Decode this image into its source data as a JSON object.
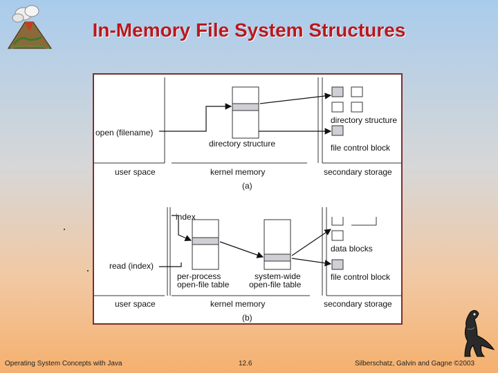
{
  "slide": {
    "title": "In-Memory File System Structures",
    "footer_left": "Operating System Concepts with Java",
    "footer_page": "12.6",
    "footer_right": "Silberschatz, Galvin and Gagne ©2003"
  },
  "diagram_a": {
    "call": "open (filename)",
    "directory_structure_kernel": "directory structure",
    "directory_structure_storage": "directory structure",
    "file_control_block": "file control block",
    "user_space": "user space",
    "kernel_memory": "kernel memory",
    "secondary_storage": "secondary storage",
    "caption": "(a)"
  },
  "diagram_b": {
    "index": "index",
    "call": "read (index)",
    "per_process_1": "per-process",
    "per_process_2": "open-file table",
    "system_wide_1": "system-wide",
    "system_wide_2": "open-file table",
    "data_blocks": "data blocks",
    "file_control_block": "file control block",
    "user_space": "user space",
    "kernel_memory": "kernel memory",
    "secondary_storage": "secondary storage",
    "caption": "(b)"
  },
  "colors": {
    "title": "#b8181e",
    "diagram_border": "#7a2e2e",
    "highlight": "#cfcfd6",
    "lines": "#111111"
  }
}
